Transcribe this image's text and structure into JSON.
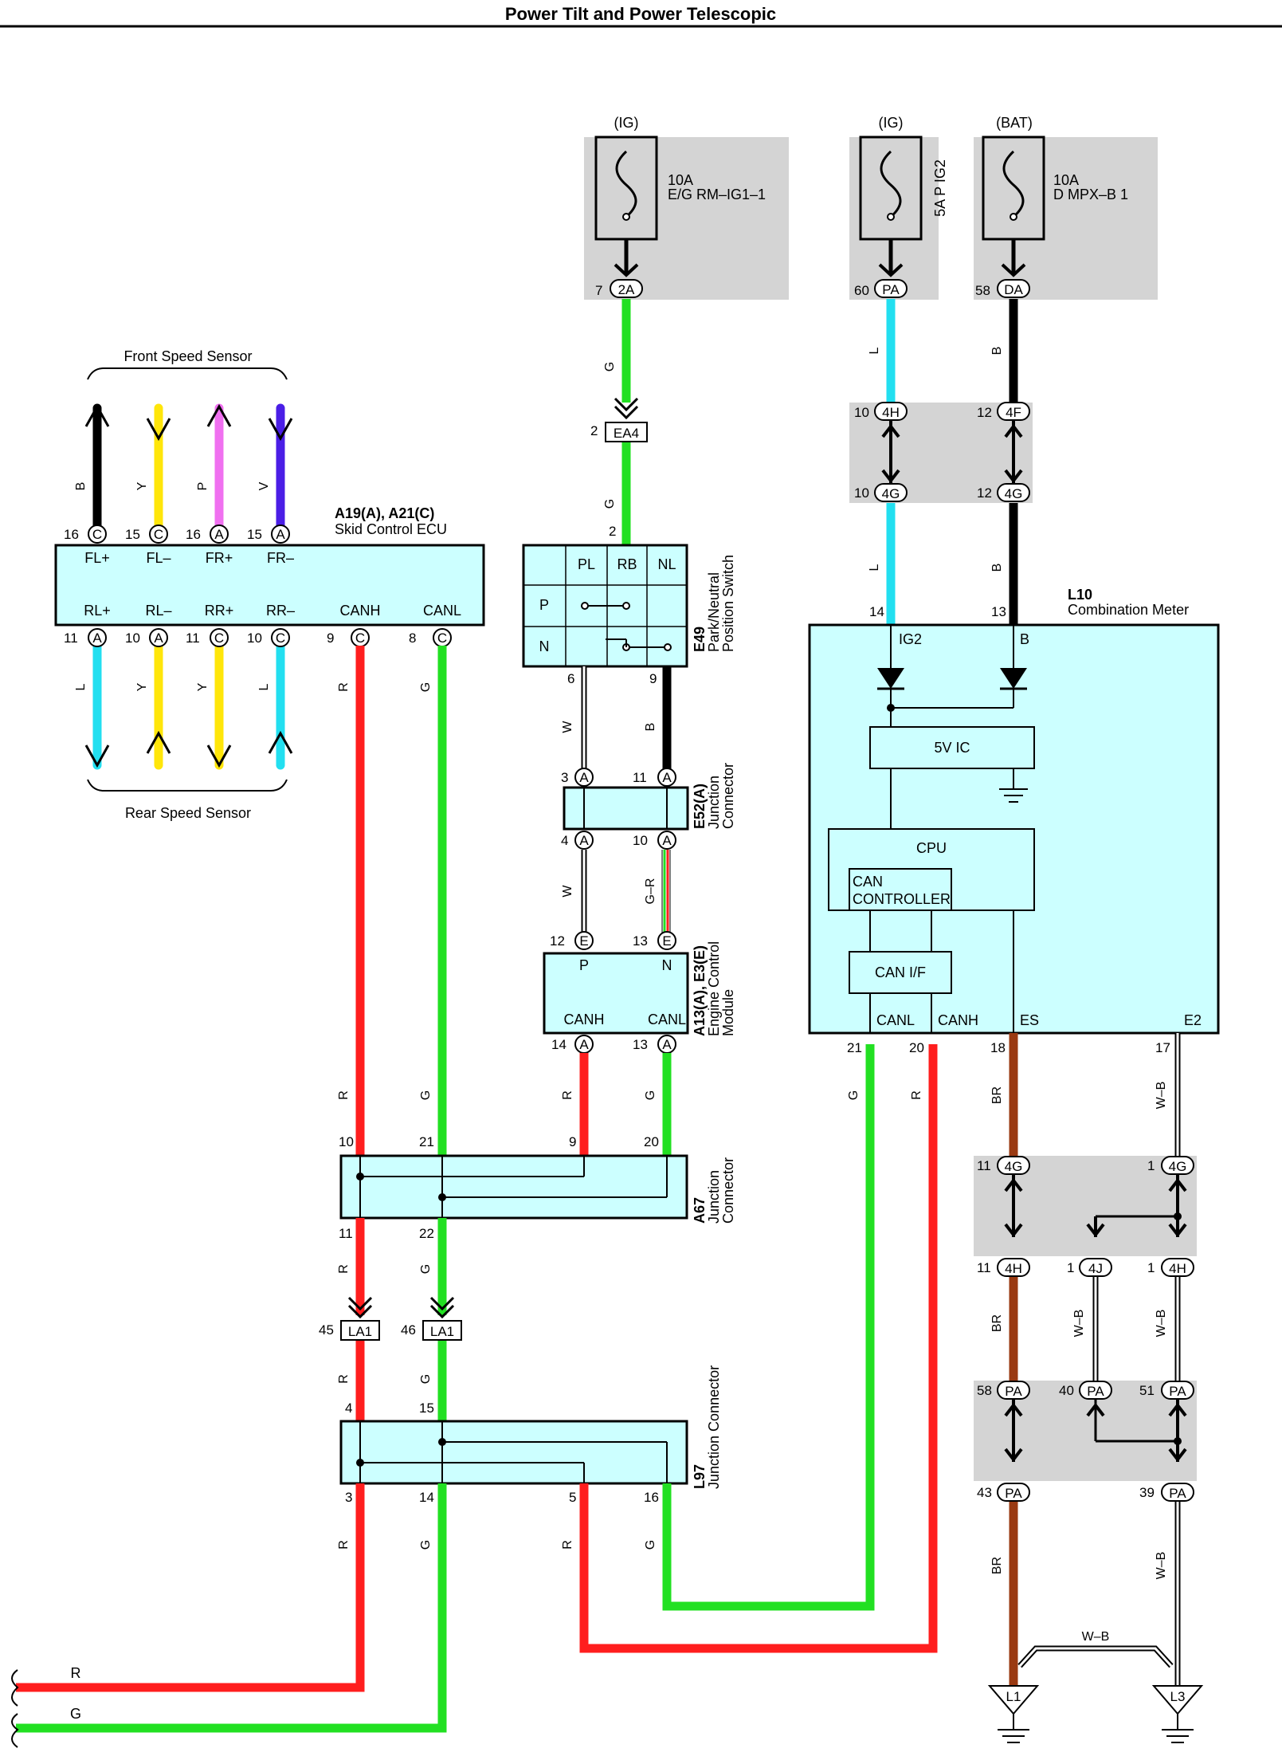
{
  "title": "Power Tilt and Power Telescopic",
  "colors": {
    "red": "#ff1e1e",
    "green": "#22e022",
    "black": "#000000",
    "yellow": "#ffe60a",
    "pink": "#f070f0",
    "violet": "#4a1ee6",
    "blue": "#22dff0",
    "brown": "#9a3a12",
    "component_fill": "#ccffff",
    "gray_area": "#d4d4d4"
  },
  "fuses": {
    "eg_rm_ig1": {
      "source": "(IG)",
      "amp": "10A",
      "name": "E/G RM–IG1–1",
      "pin": "7",
      "connector": "2A"
    },
    "p_ig2": {
      "source": "(IG)",
      "label": "5A P IG2",
      "pin": "60",
      "connector": "PA"
    },
    "d_mpx_b": {
      "source": "(BAT)",
      "amp": "10A",
      "name": "D MPX–B 1",
      "pin": "58",
      "connector": "DA"
    }
  },
  "ecu": {
    "code": "A19(A), A21(C)",
    "name": "Skid Control ECU",
    "top_terms": [
      "FL+",
      "FL–",
      "FR+",
      "FR–"
    ],
    "top_pins": [
      "16",
      "15",
      "16",
      "15"
    ],
    "top_conns": [
      "C",
      "C",
      "A",
      "A"
    ],
    "top_wires": [
      "B",
      "Y",
      "P",
      "V"
    ],
    "bottom_terms": [
      "RL+",
      "RL–",
      "RR+",
      "RR–",
      "CANH",
      "CANL"
    ],
    "bottom_pins": [
      "11",
      "10",
      "11",
      "10",
      "9",
      "8"
    ],
    "bottom_conns": [
      "A",
      "A",
      "C",
      "C",
      "C",
      "C"
    ],
    "bottom_wires": [
      "L",
      "Y",
      "Y",
      "L",
      "R",
      "G"
    ],
    "front_sensor": "Front Speed Sensor",
    "rear_sensor": "Rear Speed Sensor"
  },
  "ea4": {
    "pin": "2",
    "code": "EA4",
    "wire": "G"
  },
  "e49": {
    "code": "E49",
    "name_1": "Park/Neutral",
    "name_2": "Position Switch",
    "pin_top": "2",
    "cols": [
      "PL",
      "RB",
      "NL"
    ],
    "rows": [
      "P",
      "N"
    ],
    "pin_w": "6",
    "pin_b": "9",
    "wire_w": "W",
    "wire_b": "B",
    "wire_g": "G"
  },
  "e52": {
    "code": "E52(A)",
    "name_1": "Junction",
    "name_2": "Connector",
    "pins": [
      "3",
      "11",
      "4",
      "10"
    ],
    "conn": "A",
    "wire_w": "W",
    "wire_gr": "G–R"
  },
  "ecm": {
    "code": "A13(A), E3(E)",
    "name_1": "Engine Control",
    "name_2": "Module",
    "in_terms": [
      "P",
      "N"
    ],
    "in_pins": [
      "12",
      "13"
    ],
    "in_conn": "E",
    "out_terms": [
      "CANH",
      "CANL"
    ],
    "out_pins": [
      "14",
      "13"
    ],
    "out_conn": "A",
    "wires": [
      "R",
      "G"
    ]
  },
  "a67": {
    "code": "A67",
    "name_1": "Junction",
    "name_2": "Connector",
    "top_pins": [
      "10",
      "21",
      "9",
      "20"
    ],
    "bottom_pins": [
      "11",
      "22"
    ],
    "wires": [
      "R",
      "G",
      "R",
      "G",
      "R",
      "G"
    ]
  },
  "la1": {
    "pins": [
      "45",
      "46"
    ],
    "code": "LA1"
  },
  "l97": {
    "code": "L97",
    "name": "Junction Connector",
    "top_pins": [
      "4",
      "15"
    ],
    "bottom_pins": [
      "3",
      "14",
      "5",
      "16"
    ],
    "wires": [
      "R",
      "G",
      "R",
      "G",
      "R",
      "G"
    ]
  },
  "meter": {
    "code": "L10",
    "name": "Combination Meter",
    "pins_top": [
      "14",
      "13"
    ],
    "terms_top": [
      "IG2",
      "B"
    ],
    "block_5v": "5V IC",
    "cpu": "CPU",
    "can_ctrl_1": "CAN",
    "can_ctrl_2": "CONTROLLER",
    "can_if": "CAN I/F",
    "terms_bottom": [
      "CANL",
      "CANH",
      "ES",
      "E2"
    ],
    "pins_bottom": [
      "21",
      "20",
      "18",
      "17"
    ],
    "wires_bottom": [
      "G",
      "R",
      "BR",
      "W–B"
    ]
  },
  "meter_feed": {
    "pins": [
      "10",
      "12",
      "10",
      "12"
    ],
    "conns": [
      "4H",
      "4F",
      "4G",
      "4G"
    ],
    "wires": [
      "L",
      "B",
      "L",
      "B"
    ]
  },
  "ground_path": {
    "row1_pins": [
      "11",
      "1"
    ],
    "row1_conns": [
      "4G",
      "4G"
    ],
    "row2_pins": [
      "11",
      "1",
      "1"
    ],
    "row2_conns": [
      "4H",
      "4J",
      "4H"
    ],
    "row3_pins": [
      "58",
      "40",
      "51"
    ],
    "row3_conns": [
      "PA",
      "PA",
      "PA"
    ],
    "row4_pins": [
      "43",
      "39"
    ],
    "row4_conns": [
      "PA",
      "PA"
    ],
    "wires": [
      "BR",
      "W–B",
      "W–B",
      "BR",
      "W–B",
      "BR",
      "W–B",
      "W–B"
    ],
    "grounds": [
      "L1",
      "L3"
    ]
  },
  "left_out": [
    "R",
    "G"
  ]
}
